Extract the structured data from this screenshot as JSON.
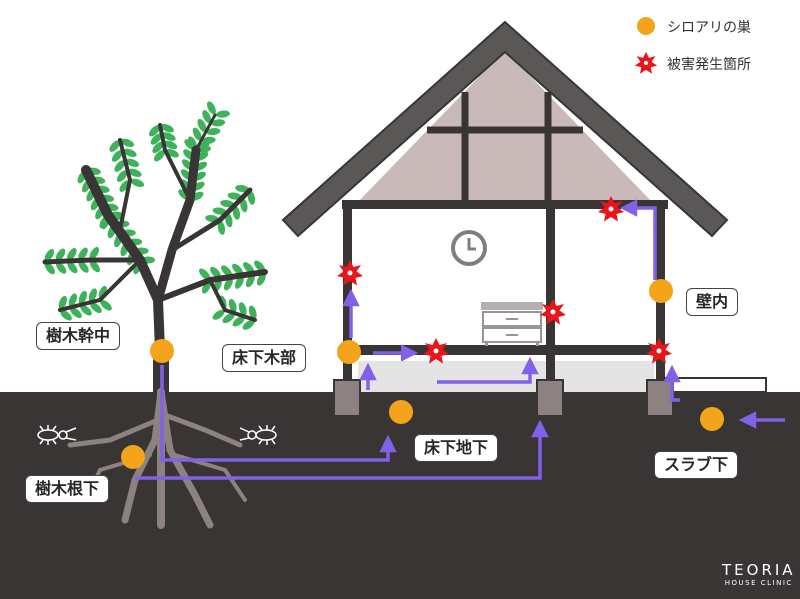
{
  "legend": {
    "nest_label": "シロアリの巣",
    "damage_label": "被害発生箇所"
  },
  "labels": {
    "tree_trunk": "樹木幹中",
    "tree_root": "樹木根下",
    "underfloor_wood": "床下木部",
    "underfloor_ground": "床下地下",
    "wall_inside": "壁内",
    "slab_under": "スラブ下"
  },
  "brand": {
    "main": "TEORIA",
    "sub": "HOUSE CLINIC"
  },
  "colors": {
    "nest": "#f4a41b",
    "damage": "#e8151b",
    "path": "#8061e8",
    "ground": "#3a3535",
    "leaf": "#3eb15b",
    "roof": "#555555",
    "attic": "#c9b9b9"
  }
}
